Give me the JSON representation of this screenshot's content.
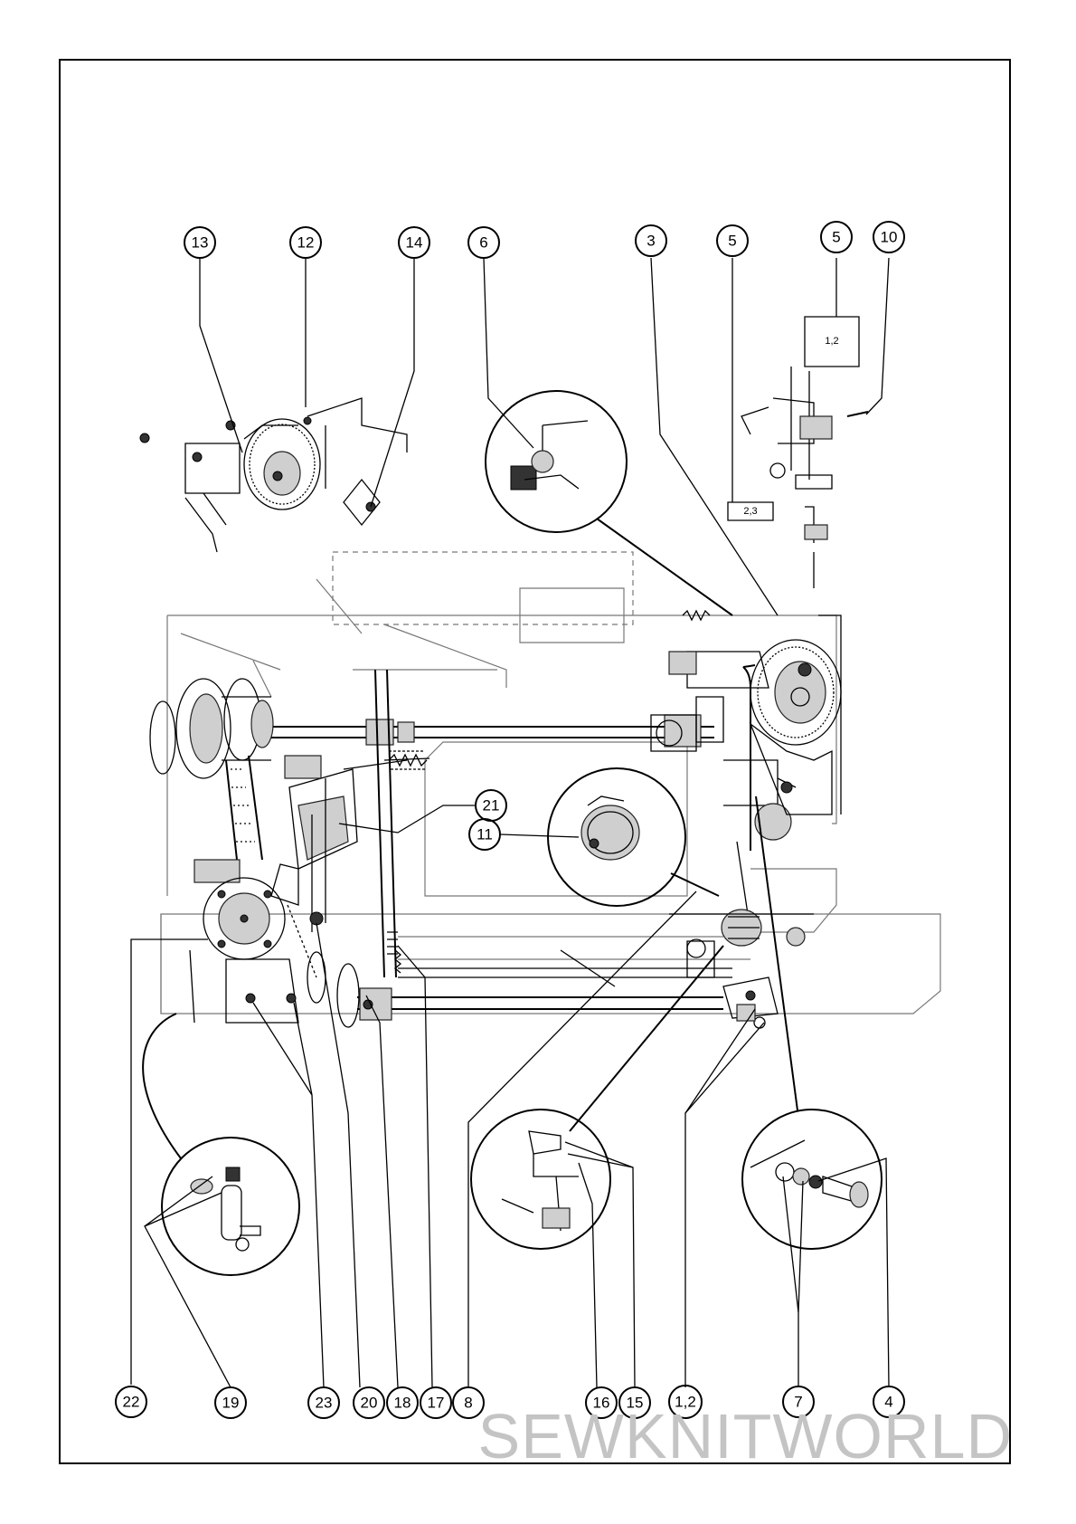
{
  "callouts": [
    {
      "id": "c13",
      "label": "13"
    },
    {
      "id": "c12",
      "label": "12"
    },
    {
      "id": "c14",
      "label": "14"
    },
    {
      "id": "c6",
      "label": "6"
    },
    {
      "id": "c3",
      "label": "3"
    },
    {
      "id": "c5a",
      "label": "5"
    },
    {
      "id": "c5b",
      "label": "5"
    },
    {
      "id": "c10",
      "label": "10"
    },
    {
      "id": "c21",
      "label": "21"
    },
    {
      "id": "c11",
      "label": "11"
    },
    {
      "id": "c22",
      "label": "22"
    },
    {
      "id": "c19",
      "label": "19"
    },
    {
      "id": "c23",
      "label": "23"
    },
    {
      "id": "c20",
      "label": "20"
    },
    {
      "id": "c18",
      "label": "18"
    },
    {
      "id": "c17",
      "label": "17"
    },
    {
      "id": "c8",
      "label": "8"
    },
    {
      "id": "c16",
      "label": "16"
    },
    {
      "id": "c15",
      "label": "15"
    },
    {
      "id": "c12b",
      "label": "1,2"
    },
    {
      "id": "c7",
      "label": "7"
    },
    {
      "id": "c4",
      "label": "4"
    }
  ],
  "part_labels": {
    "plate_top": "1,2",
    "plate_bottom": "2,3"
  },
  "watermark": "SEWKNITWORLD"
}
